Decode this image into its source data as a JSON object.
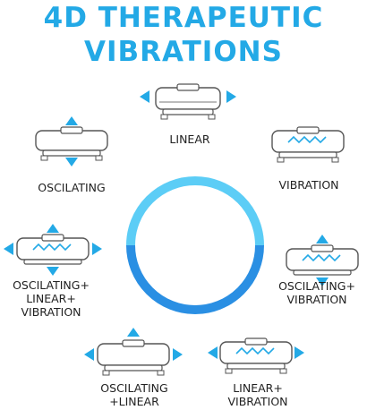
{
  "title_line1": "4D THERAPEUTIC",
  "title_line2": "VIBRATIONS",
  "accent_color": "#23a9e6",
  "ring_colors": [
    "#5ccdf6",
    "#2a8fe3"
  ],
  "modes": [
    {
      "label": "LINEAR",
      "icon": "vibration-plate-icon",
      "arrows": "left-right",
      "waves": false
    },
    {
      "label": "VIBRATION",
      "icon": "vibration-plate-icon",
      "arrows": "none",
      "waves": true
    },
    {
      "label": "OSCILATING+\nVIBRATION",
      "icon": "vibration-plate-icon",
      "arrows": "up-down",
      "waves": true
    },
    {
      "label": "LINEAR+\nVIBRATION",
      "icon": "vibration-plate-icon",
      "arrows": "left-right",
      "waves": true
    },
    {
      "label": "OSCILATING\n+LINEAR",
      "icon": "vibration-plate-icon",
      "arrows": "left-right-up",
      "waves": false
    },
    {
      "label": "OSCILATING+\nLINEAR+\nVIBRATION",
      "icon": "vibration-plate-icon",
      "arrows": "left-right-up-down",
      "waves": true
    },
    {
      "label": "OSCILATING",
      "icon": "vibration-plate-icon",
      "arrows": "up-down",
      "waves": false
    }
  ]
}
